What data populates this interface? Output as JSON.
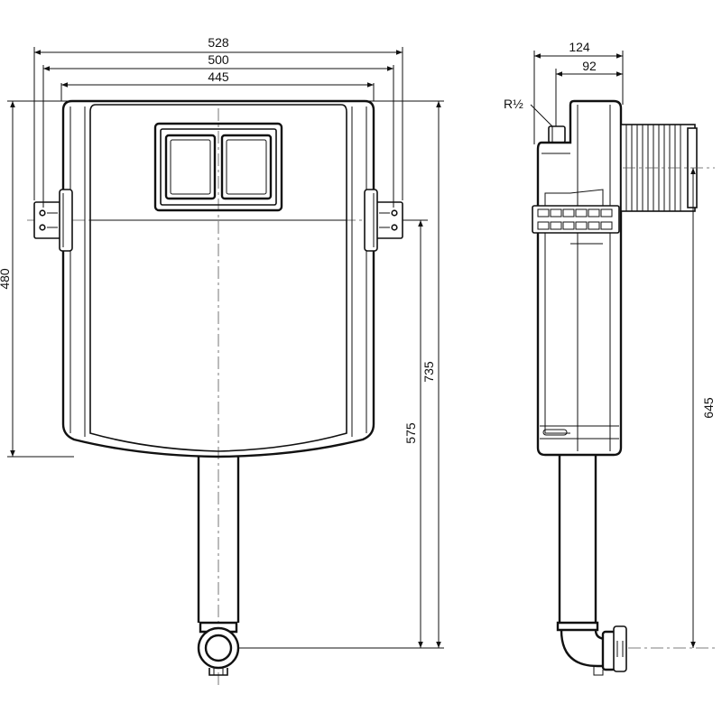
{
  "dimensions": {
    "front_overall_width": "528",
    "front_bracket_width": "500",
    "front_tank_width": "445",
    "front_tank_height": "480",
    "front_total_height": "735",
    "front_bracket_height": "575",
    "side_overall_depth": "124",
    "side_tank_depth": "92",
    "side_outlet_height": "645",
    "inlet_thread": "R½"
  },
  "colors": {
    "line": "#111111",
    "background": "#ffffff"
  }
}
